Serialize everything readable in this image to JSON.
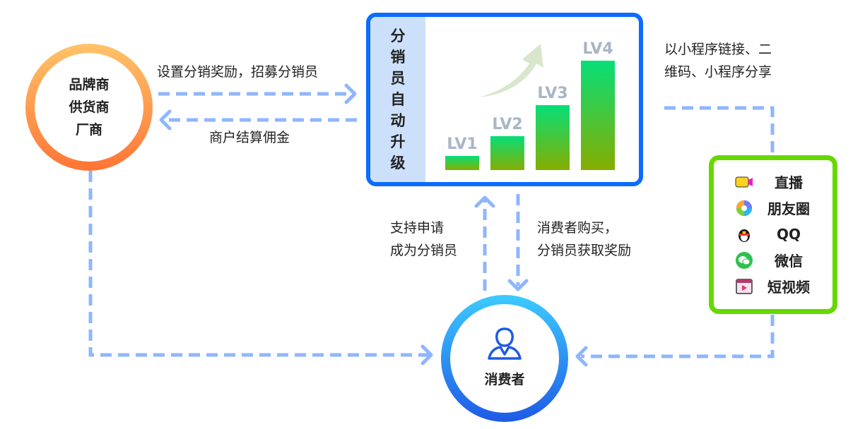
{
  "brand_node": {
    "lines": [
      "品牌商",
      "供货商",
      "厂商"
    ]
  },
  "edges": {
    "to_box": "设置分销奖励，招募分销员",
    "from_box": "商户结算佣金",
    "apply": [
      "支持申请",
      "成为分销员"
    ],
    "purchase": [
      "消费者购买，",
      "分销员获取奖励"
    ],
    "share": [
      "以小程序链接、二",
      "维码、小程序分享"
    ]
  },
  "upgrade_box": {
    "title_chars": [
      "分",
      "销",
      "员",
      "自",
      "动",
      "升",
      "级"
    ],
    "levels": [
      "LV1",
      "LV2",
      "LV3",
      "LV4"
    ]
  },
  "channels": [
    {
      "icon": "live-camera-icon",
      "label": "直播"
    },
    {
      "icon": "moments-icon",
      "label": "朋友圈"
    },
    {
      "icon": "qq-penguin-icon",
      "label": "QQ"
    },
    {
      "icon": "wechat-icon",
      "label": "微信"
    },
    {
      "icon": "short-video-icon",
      "label": "短视频"
    }
  ],
  "consumer_node": {
    "label": "消费者"
  },
  "colors": {
    "dash": "#8fb6ff",
    "box_border": "#0b6cff",
    "channel_border": "#66d800"
  }
}
